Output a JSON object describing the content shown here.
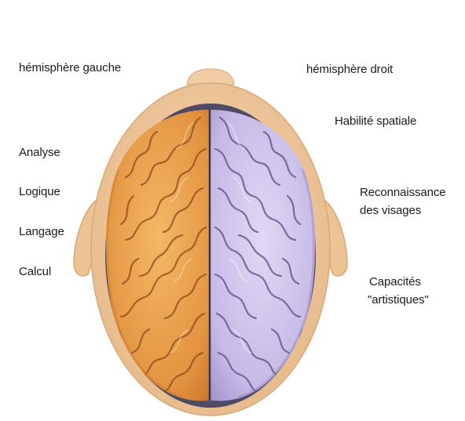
{
  "left_hemisphere": {
    "title": "hémisphère gauche",
    "functions": [
      "Analyse",
      "Logique",
      "Langage",
      "Calcul"
    ]
  },
  "right_hemisphere": {
    "title": "hémisphère droit",
    "functions": [
      [
        "Habilité spatiale"
      ],
      [
        "Reconnaissance",
        "des visages"
      ],
      [
        "Capacités",
        "\"artistiques\""
      ]
    ]
  },
  "colors": {
    "left_hemisphere": "#e8a04a",
    "right_hemisphere": "#c9bde6",
    "skin": "#f0c89c",
    "scalp_shadow": "#5a5670"
  }
}
